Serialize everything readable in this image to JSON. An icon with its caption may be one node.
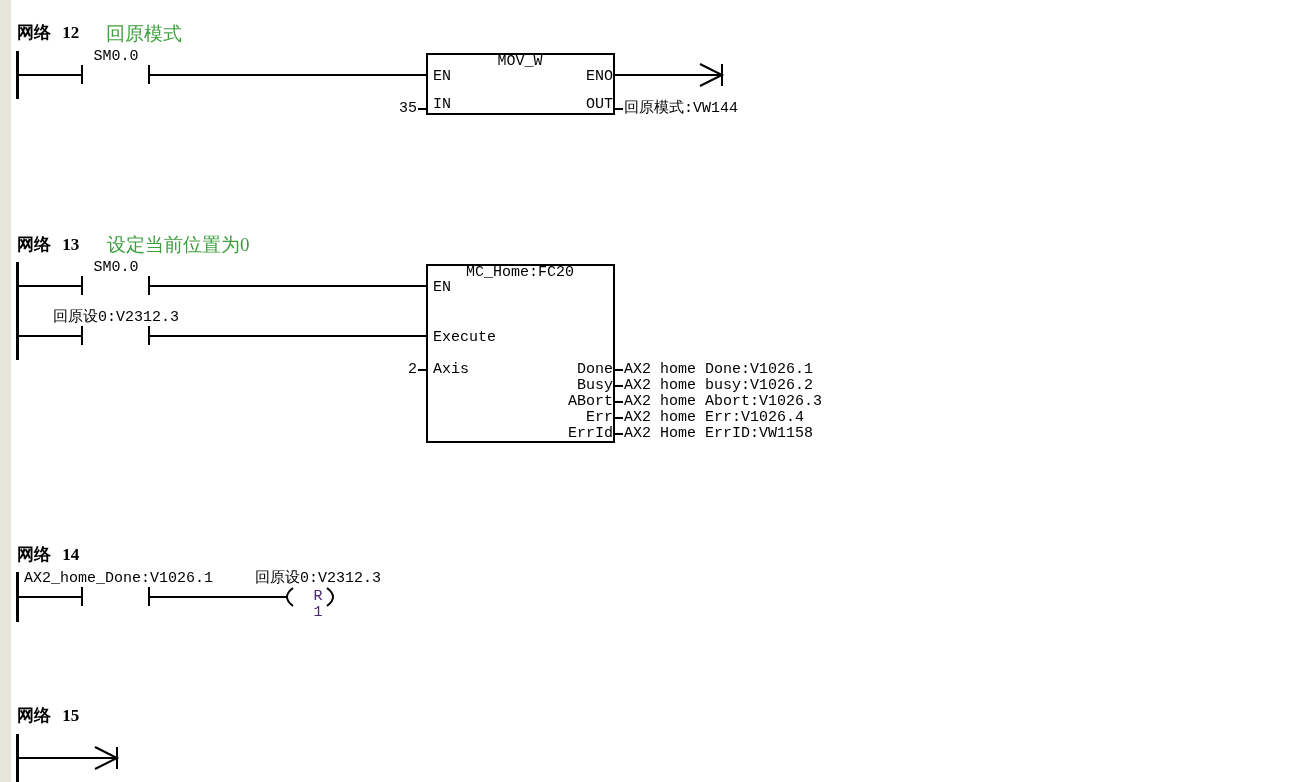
{
  "diagram": {
    "nodes": [
      {
        "text": [],
        "shape": "bar"
      },
      {
        "text": [
          "SM0.0"
        ]
      },
      {
        "text": [
          "MOV_W",
          "EN",
          "ENO",
          "IN",
          "OUT"
        ],
        "beside": [
          "35",
          "回原模式:VW144"
        ]
      },
      {
        "text": [],
        "shape": "bar"
      },
      {
        "text": [
          "SM0.0"
        ]
      },
      {
        "text": [
          "回原设0:V2312.3"
        ]
      },
      {
        "text": [
          "MC_Home:FC20",
          "EN",
          "Execute",
          "Axis",
          "Done",
          "Busy",
          "ABort",
          "Err",
          "ErrId"
        ],
        "beside": [
          "2",
          "AX2 home Done:V1026.1",
          "AX2 home busy:V1026.2",
          "AX2 home Abort:V1026.3",
          "AX2 home Err:V1026.4",
          "AX2 Home ErrID:VW1158"
        ]
      },
      {
        "text": [],
        "shape": "bar"
      },
      {
        "text": [
          "AX2_home_Done:V1026.1"
        ]
      },
      {
        "text": [
          "回原设0:V2312.3",
          "R",
          "1"
        ]
      },
      {
        "text": [],
        "shape": "bar"
      }
    ],
    "edges": [
      {
        "from": 0,
        "to": 1,
        "arrow": "none"
      },
      {
        "from": 1,
        "to": 2,
        "arrow": "none"
      },
      {
        "from": 2,
        "to": null,
        "arrow": "to"
      },
      {
        "from": 3,
        "to": 4,
        "arrow": "none"
      },
      {
        "from": 4,
        "to": 6,
        "arrow": "none"
      },
      {
        "from": 3,
        "to": 5,
        "arrow": "none"
      },
      {
        "from": 5,
        "to": 6,
        "arrow": "none"
      },
      {
        "from": 7,
        "to": 8,
        "arrow": "none"
      },
      {
        "from": 8,
        "to": 9,
        "arrow": "none"
      },
      {
        "from": 10,
        "to": null,
        "arrow": "to"
      }
    ],
    "labels": [
      "网络 12",
      "回原模式",
      "网络 13",
      "设定当前位置为0",
      "网络 14",
      "网络 15"
    ]
  }
}
